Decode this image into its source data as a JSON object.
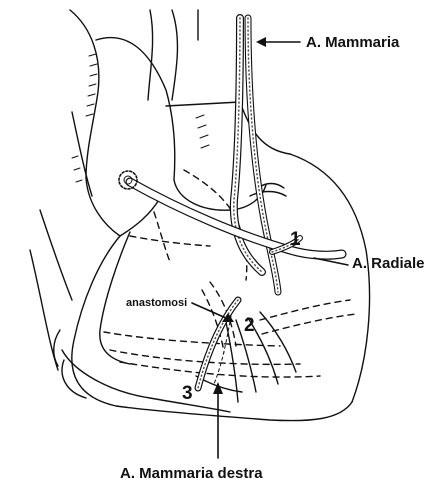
{
  "labels": {
    "mammaria": "A. Mammaria",
    "radiale": "A. Radiale",
    "mammaria_destra": "A. Mammaria destra",
    "anastomosi": "anastomosi"
  },
  "markers": {
    "one": "1",
    "two": "2",
    "three": "3"
  },
  "colors": {
    "line": "#111111",
    "background": "#ffffff"
  }
}
